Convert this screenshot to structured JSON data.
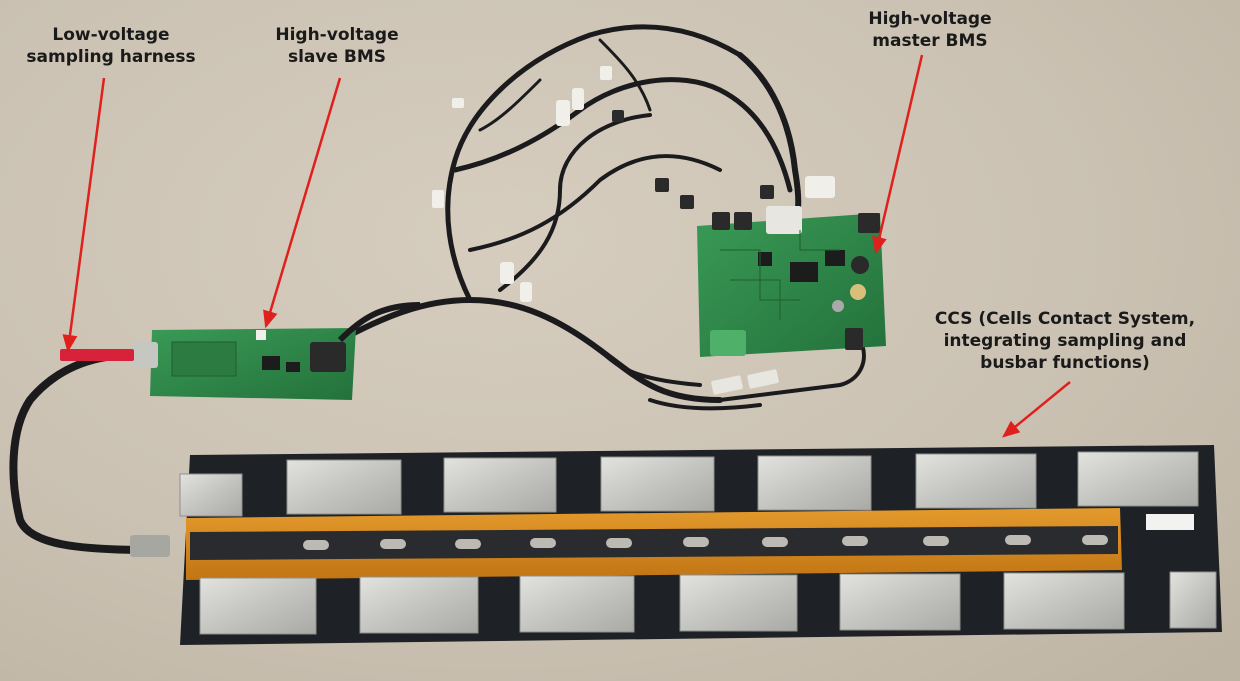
{
  "labels": {
    "low_voltage_harness": [
      "Low-voltage",
      "sampling harness"
    ],
    "slave_bms": [
      "High-voltage",
      "slave BMS"
    ],
    "master_bms": [
      "High-voltage",
      "master BMS"
    ],
    "ccs": [
      "CCS (Cells Contact System,",
      "integrating sampling and",
      "busbar functions)"
    ]
  },
  "colors": {
    "arrow": "#e0201c",
    "pcb": "#2f8a4a",
    "ccs_frame": "#1e2126",
    "busbar": "#c9c9c6",
    "fpc": "#d98a1e"
  }
}
